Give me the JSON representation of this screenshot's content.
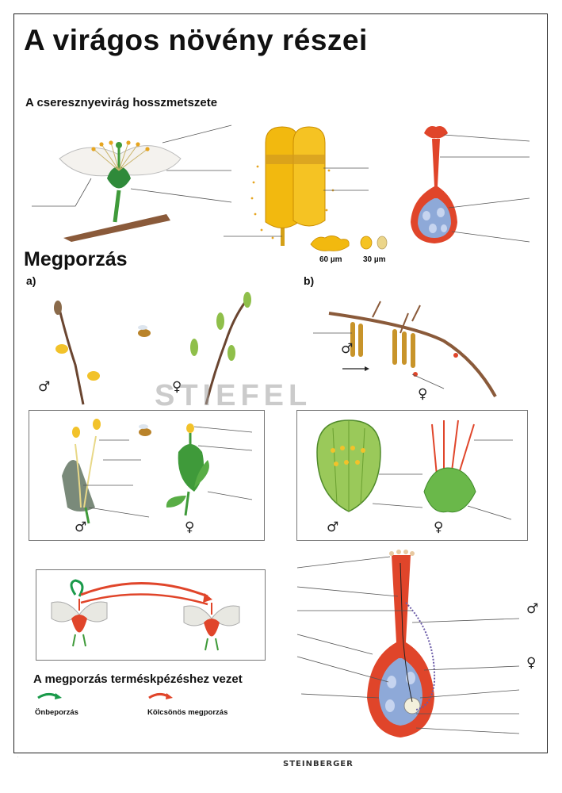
{
  "title": "A virágos növény részei",
  "subtitle": "A cseresznyevirág hosszmetszete",
  "section": "Megporzás",
  "part_a": "a)",
  "part_b": "b)",
  "scale_labels": [
    "60 µm",
    "30 µm"
  ],
  "male_symbol": "♂",
  "female_symbol": "♀",
  "conclusion": "A megporzás terméskpézéshez vezet",
  "legend": {
    "self": "Önbeporzás",
    "cross": "Kölcsönös megporzás",
    "self_color": "#1a9a4a",
    "cross_color": "#e0452a"
  },
  "watermark": "STIEFEL",
  "brand": "STEINBERGER",
  "colors": {
    "pollen_yellow": "#f2b90f",
    "pistil_red": "#e0452a",
    "ovule_blue": "#8ea9d8",
    "leaf_green": "#3f9a3a"
  }
}
